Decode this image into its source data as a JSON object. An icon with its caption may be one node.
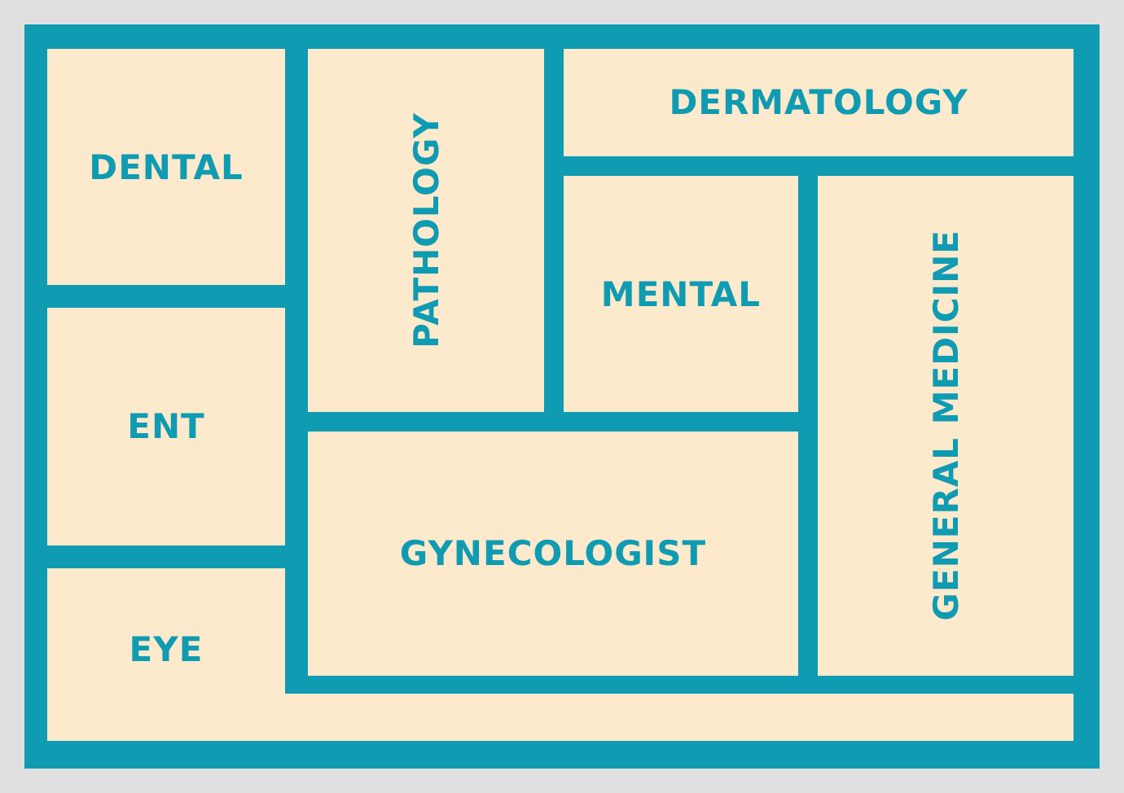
{
  "diagram": {
    "nodes": [
      {
        "text": [
          "DENTAL"
        ]
      },
      {
        "text": [
          "PATHOLOGY"
        ]
      },
      {
        "text": [
          "DERMATOLOGY"
        ]
      },
      {
        "text": [
          "MENTAL"
        ]
      },
      {
        "text": [
          "GENERAL MEDICINE"
        ]
      },
      {
        "text": [
          "ENT"
        ]
      },
      {
        "text": [
          "GYNECOLOGIST"
        ]
      },
      {
        "text": [
          "EYE"
        ]
      }
    ]
  }
}
